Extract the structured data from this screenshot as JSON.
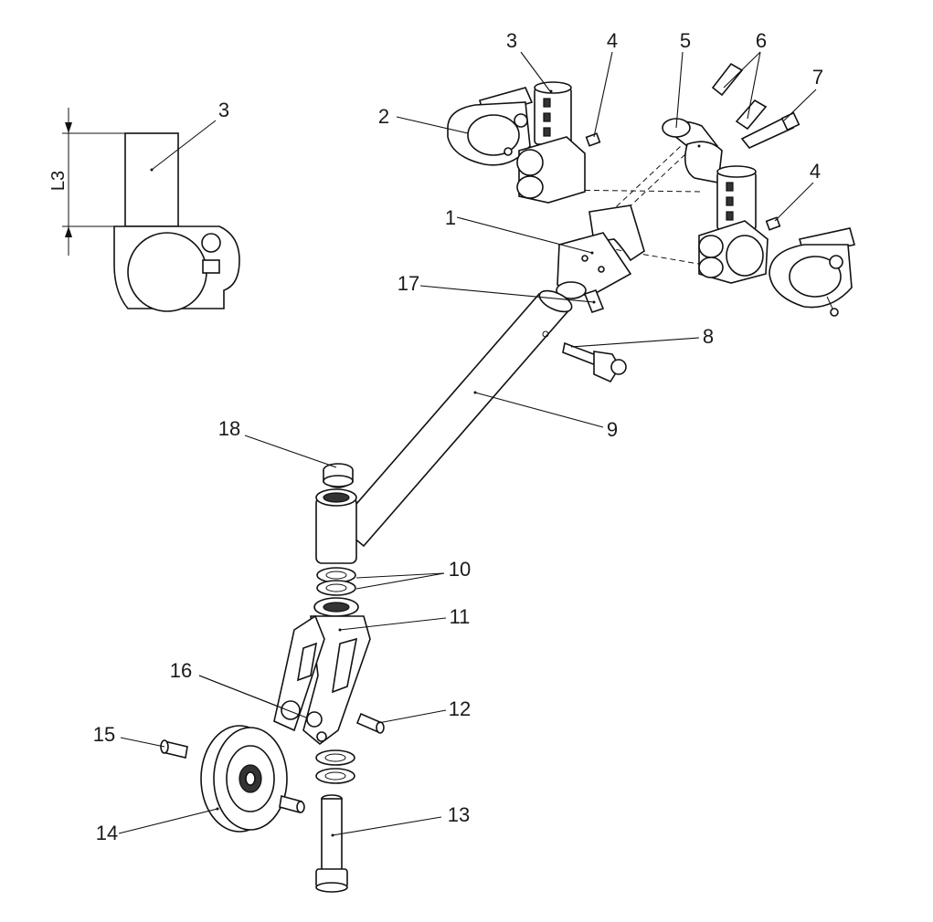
{
  "labels": {
    "l1": "1",
    "l2": "2",
    "l3a": "3",
    "l3b": "3",
    "l4a": "4",
    "l4b": "4",
    "l5": "5",
    "l6": "6",
    "l7": "7",
    "l8": "8",
    "l9": "9",
    "l10": "10",
    "l11": "11",
    "l12": "12",
    "l13": "13",
    "l14": "14",
    "l15": "15",
    "l16": "16",
    "l17": "17",
    "l18": "18"
  },
  "dimension": {
    "label": "L3"
  }
}
